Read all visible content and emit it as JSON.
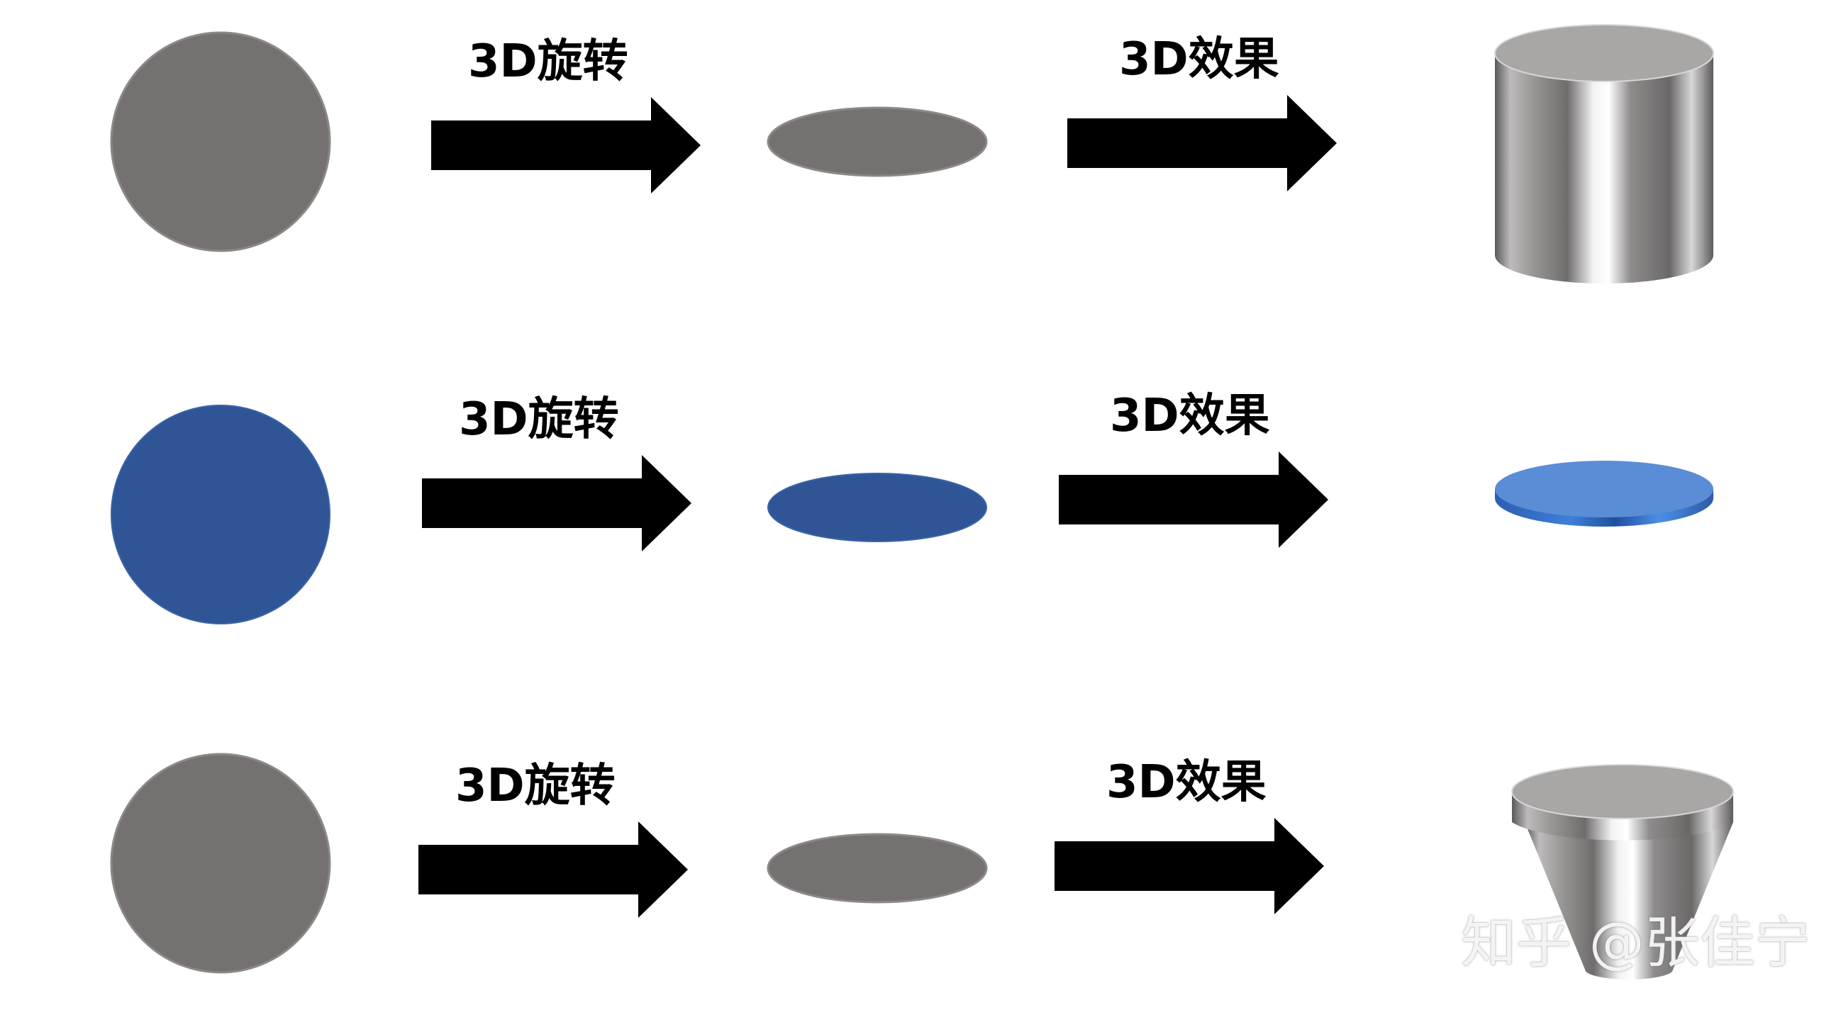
{
  "rows": [
    {
      "rotate_label": "3D旋转",
      "effect_label": "3D效果",
      "source_color": "#767171",
      "result_shape": "cylinder"
    },
    {
      "rotate_label": "3D旋转",
      "effect_label": "3D效果",
      "source_color": "#2F5597",
      "result_shape": "thin-disc"
    },
    {
      "rotate_label": "3D旋转",
      "effect_label": "3D效果",
      "source_color": "#767171",
      "result_shape": "cone-with-cap"
    }
  ],
  "colors": {
    "gray": "#767171",
    "blue": "#2F5597",
    "light_blue_disc": "#5B8CD6",
    "arrow": "#000000",
    "metal_top": "#A9A6A6"
  },
  "watermark": "知乎 @张佳宁"
}
